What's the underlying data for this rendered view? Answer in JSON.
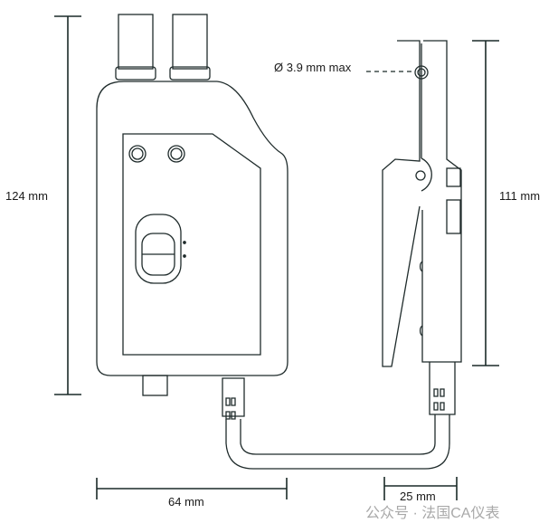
{
  "dimensions": {
    "height_left": "124 mm",
    "height_right": "111 mm",
    "width_left": "64 mm",
    "width_right": "25 mm",
    "jaw_opening": "Ø 3.9 mm max"
  },
  "watermark": "公众号 · 法国CA仪表",
  "colors": {
    "line": "#1f2b2b",
    "dimension": "#1a2a28",
    "watermark": "#9a9a9a"
  }
}
